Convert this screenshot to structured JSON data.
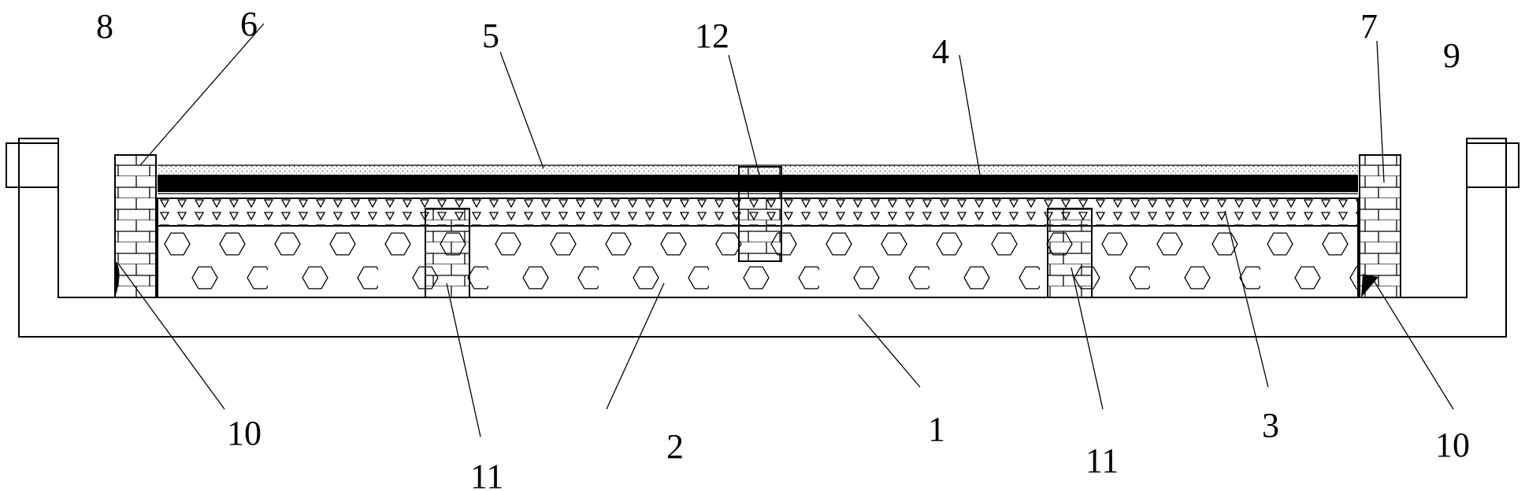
{
  "labels": {
    "l1": "1",
    "l2": "2",
    "l3": "3",
    "l4": "4",
    "l5": "5",
    "l6": "6",
    "l7": "7",
    "l8": "8",
    "l9": "9",
    "l10a": "10",
    "l10b": "10",
    "l11a": "11",
    "l11b": "11",
    "l12": "12"
  },
  "colors": {
    "line": "#000000",
    "background": "#ffffff"
  }
}
